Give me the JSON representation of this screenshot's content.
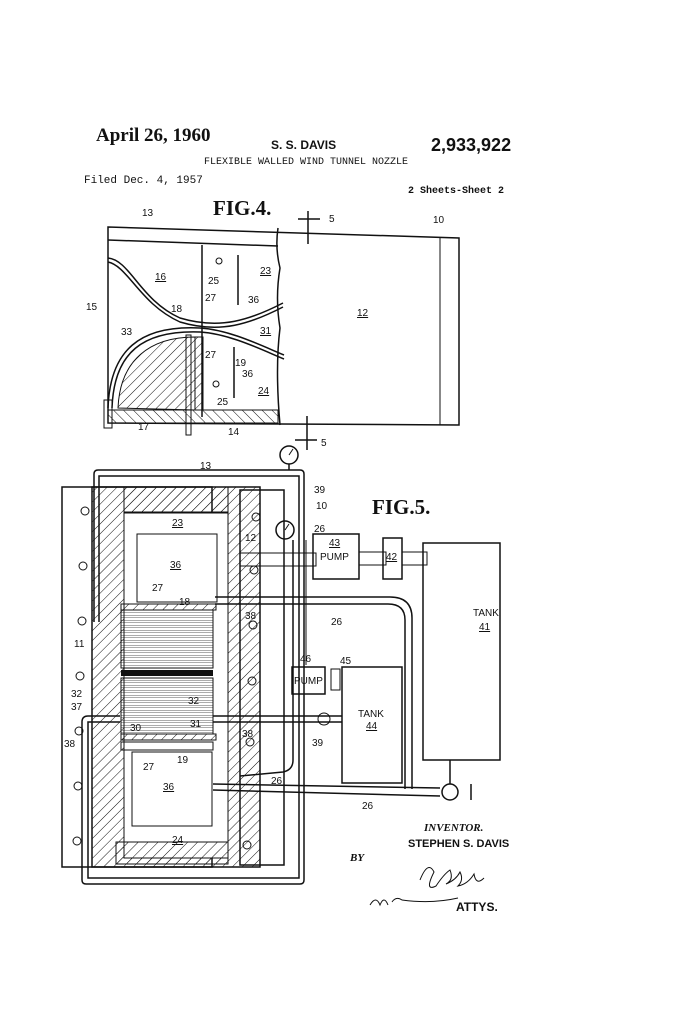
{
  "header": {
    "date": "April 26, 1960",
    "inventor": "S. S. DAVIS",
    "patent_number": "2,933,922",
    "title": "FLEXIBLE WALLED WIND TUNNEL NOZZLE",
    "filed": "Filed Dec. 4, 1957",
    "sheets": "2 Sheets-Sheet 2"
  },
  "fig4": {
    "title": "FIG.4.",
    "labels": [
      "13",
      "5",
      "10",
      "16",
      "25",
      "23",
      "15",
      "18",
      "27",
      "36",
      "12",
      "33",
      "31",
      "27",
      "19",
      "36",
      "24",
      "25",
      "17",
      "14",
      "5"
    ]
  },
  "fig5": {
    "title": "FIG.5.",
    "labels": [
      "13",
      "39",
      "10",
      "23",
      "12",
      "26",
      "43",
      "PUMP",
      "42",
      "36",
      "TANK",
      "41",
      "27",
      "18",
      "38",
      "26",
      "11",
      "46",
      "45",
      "PUMP",
      "TANK",
      "44",
      "32",
      "32",
      "37",
      "31",
      "30",
      "38",
      "38",
      "39",
      "19",
      "27",
      "26",
      "36",
      "26",
      "24"
    ]
  },
  "footer": {
    "inventor_label": "INVENTOR.",
    "inventor_name": "STEPHEN S. DAVIS",
    "by": "BY",
    "signature": "G. W. O'Brien / W. O. Quesenberry",
    "attys": "ATTYS."
  }
}
